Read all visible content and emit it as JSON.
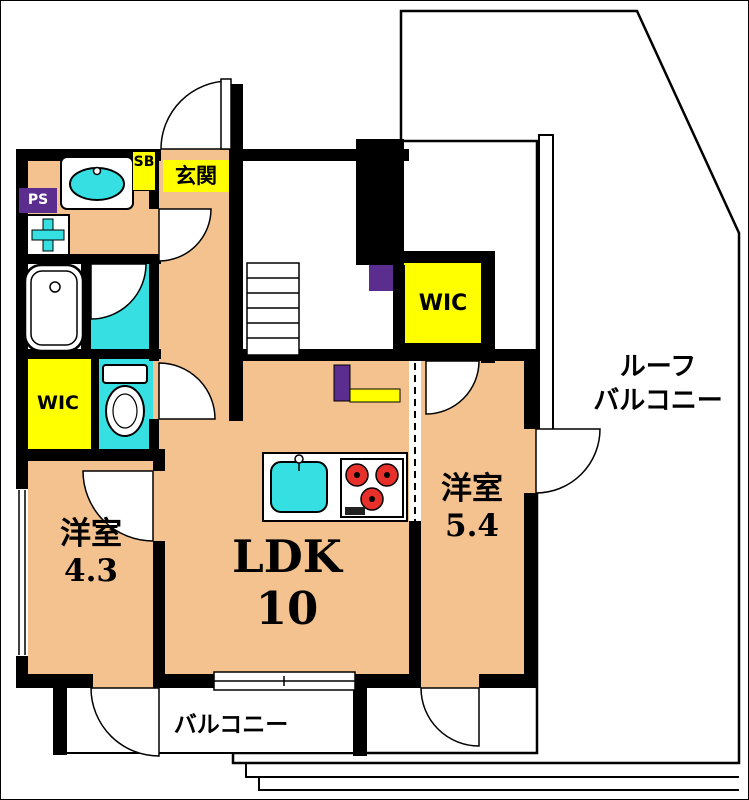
{
  "plan": {
    "labels": {
      "entrance": "玄関",
      "shoe_box": "SB",
      "pipe_space": "PS",
      "wic_left": "WIC",
      "wic_right": "WIC",
      "roof_balcony": "ルーフ\nバルコニー",
      "balcony": "バルコニー"
    },
    "rooms": {
      "bedroom1": {
        "name": "洋室",
        "size": "4.3"
      },
      "ldk": {
        "name": "LDK",
        "size": "10"
      },
      "bedroom2": {
        "name": "洋室",
        "size": "5.4"
      }
    },
    "colors": {
      "floor": "#f4c28e",
      "wet_area": "#35dfe2",
      "closet_yellow": "#ffff00",
      "shaft_purple": "#5b2d8e",
      "wall": "#000000",
      "burner_red": "#e8302a"
    },
    "icons": [
      "bathtub-icon",
      "toilet-icon",
      "wash-basin-icon",
      "washer-pan-icon",
      "kitchen-sink-icon",
      "stove-icon",
      "door-swing-icon",
      "window-icon"
    ]
  }
}
